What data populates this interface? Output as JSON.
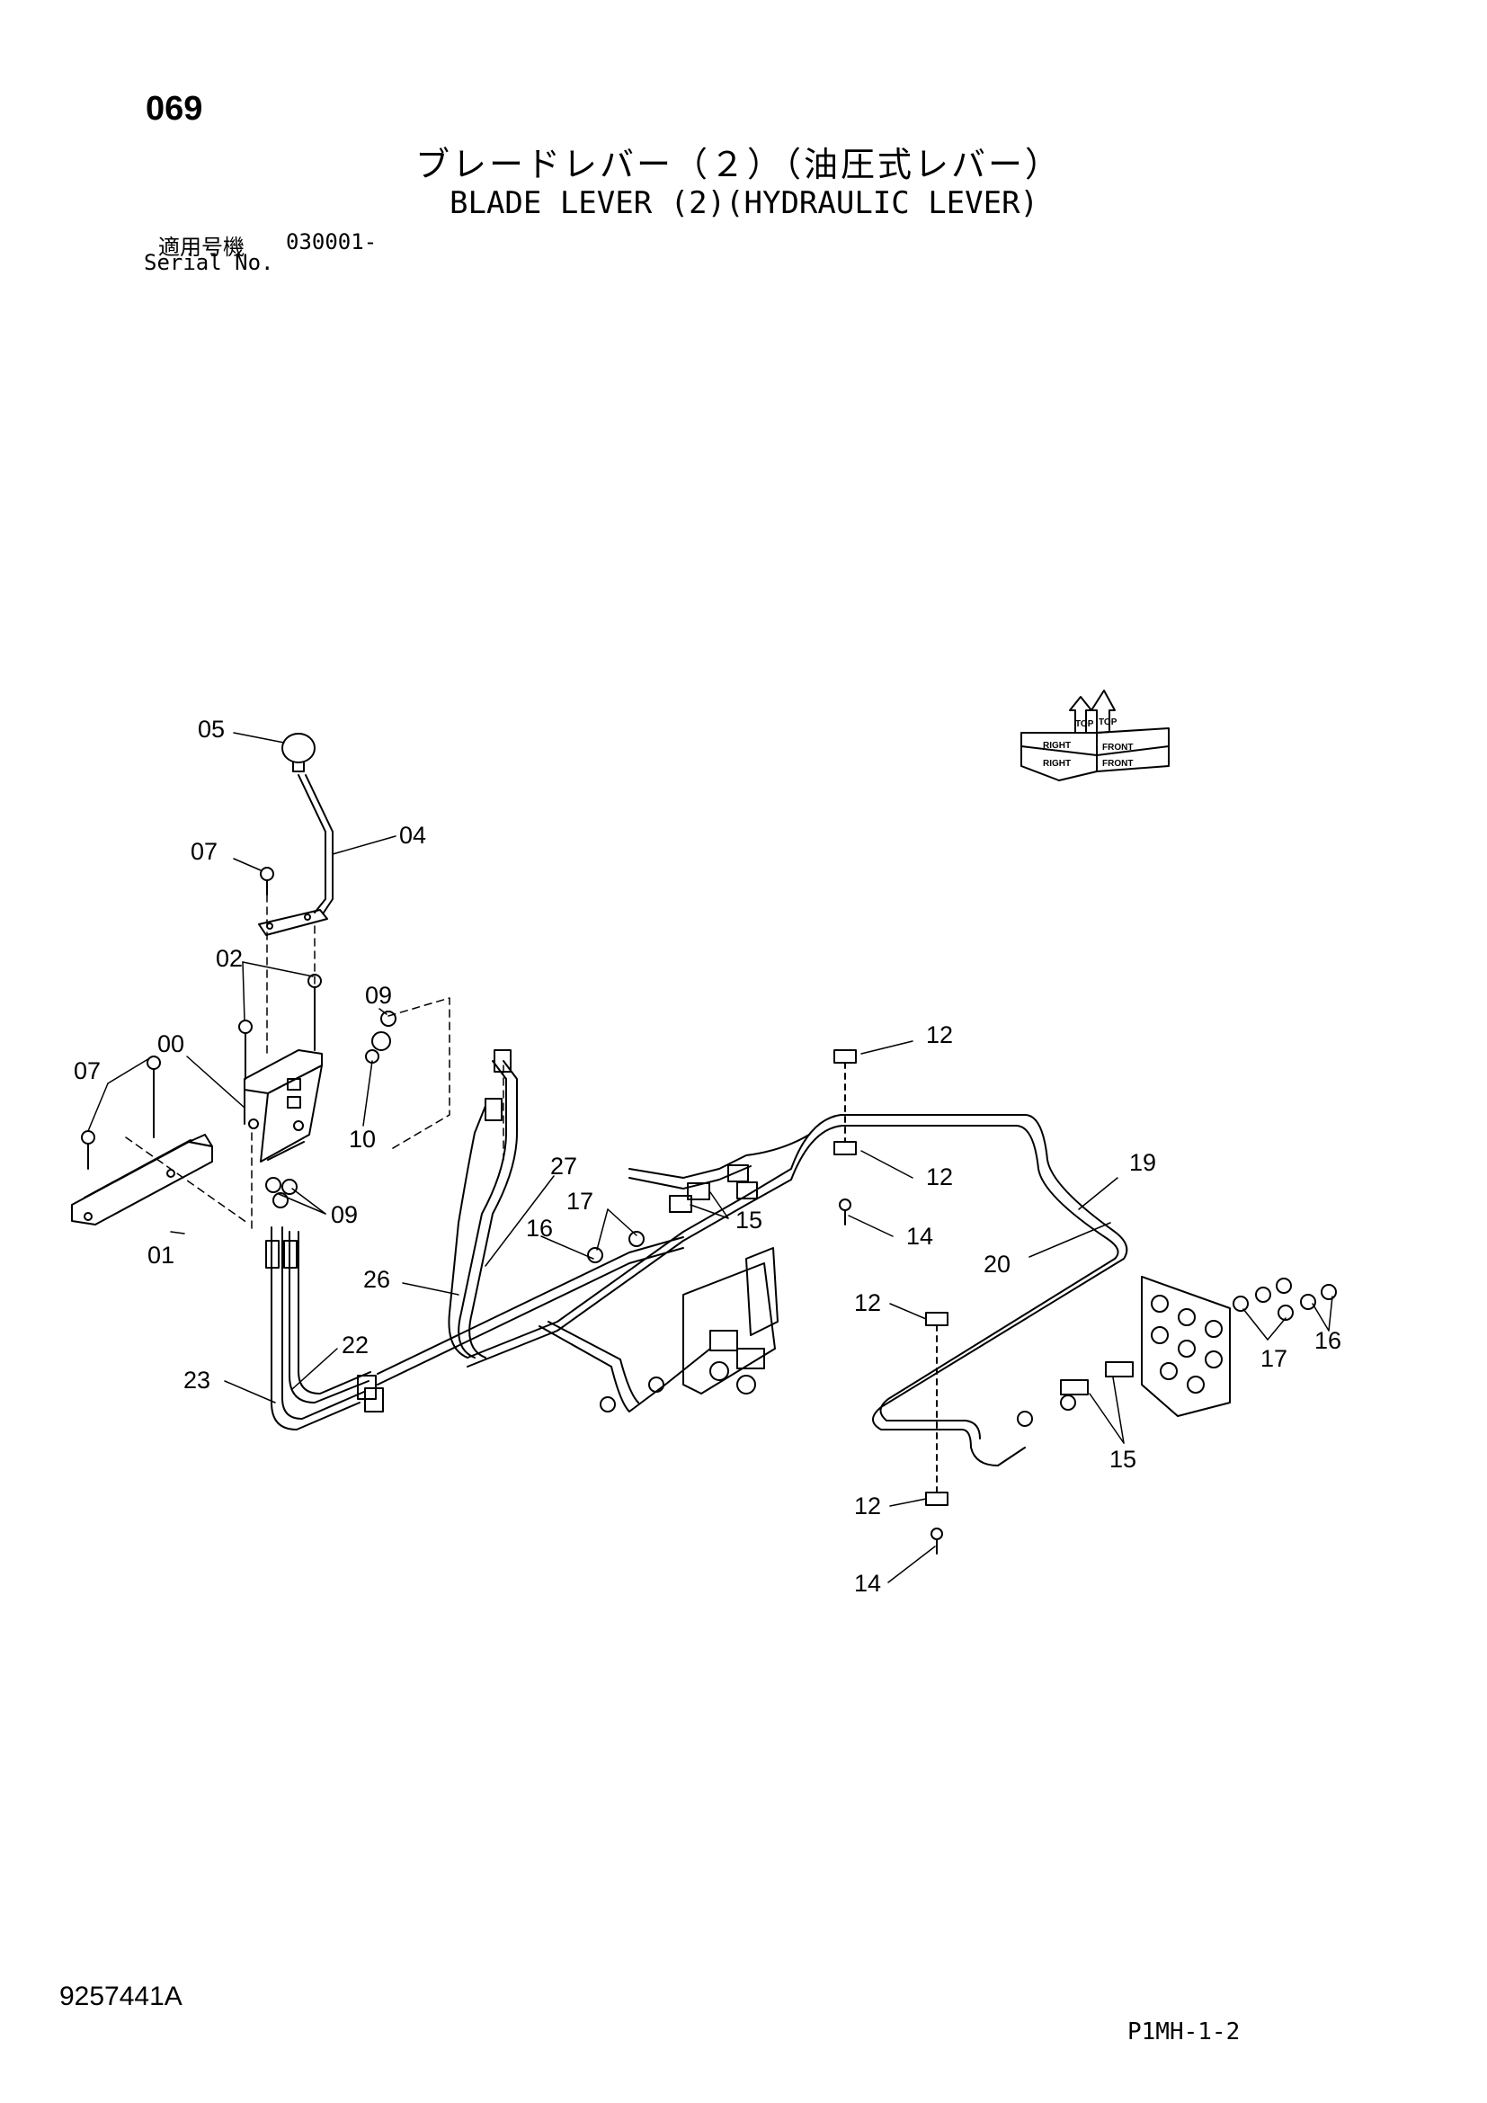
{
  "header": {
    "page_number": "069",
    "title_ja": "ブレードレバー（２）（油圧式レバー）",
    "title_en": "BLADE LEVER (2)(HYDRAULIC LEVER)",
    "serial_label_ja": "適用号機",
    "serial_value": "030001-",
    "serial_label_en": "Serial No."
  },
  "orientation": {
    "top": "TOP",
    "front": "FRONT",
    "right": "RIGHT"
  },
  "callouts": {
    "c05": "05",
    "c04": "04",
    "c07a": "07",
    "c02": "02",
    "c09a": "09",
    "c00": "00",
    "c07b": "07",
    "c10": "10",
    "c09b": "09",
    "c01": "01",
    "c27": "27",
    "c17a": "17",
    "c16a": "16",
    "c15a": "15",
    "c26": "26",
    "c22": "22",
    "c23": "23",
    "c12a": "12",
    "c12b": "12",
    "c14a": "14",
    "c19": "19",
    "c20": "20",
    "c12c": "12",
    "c17b": "17",
    "c16b": "16",
    "c15b": "15",
    "c12d": "12",
    "c14b": "14"
  },
  "footer": {
    "doc_number": "9257441A",
    "sheet_code": "P1MH-1-2"
  }
}
